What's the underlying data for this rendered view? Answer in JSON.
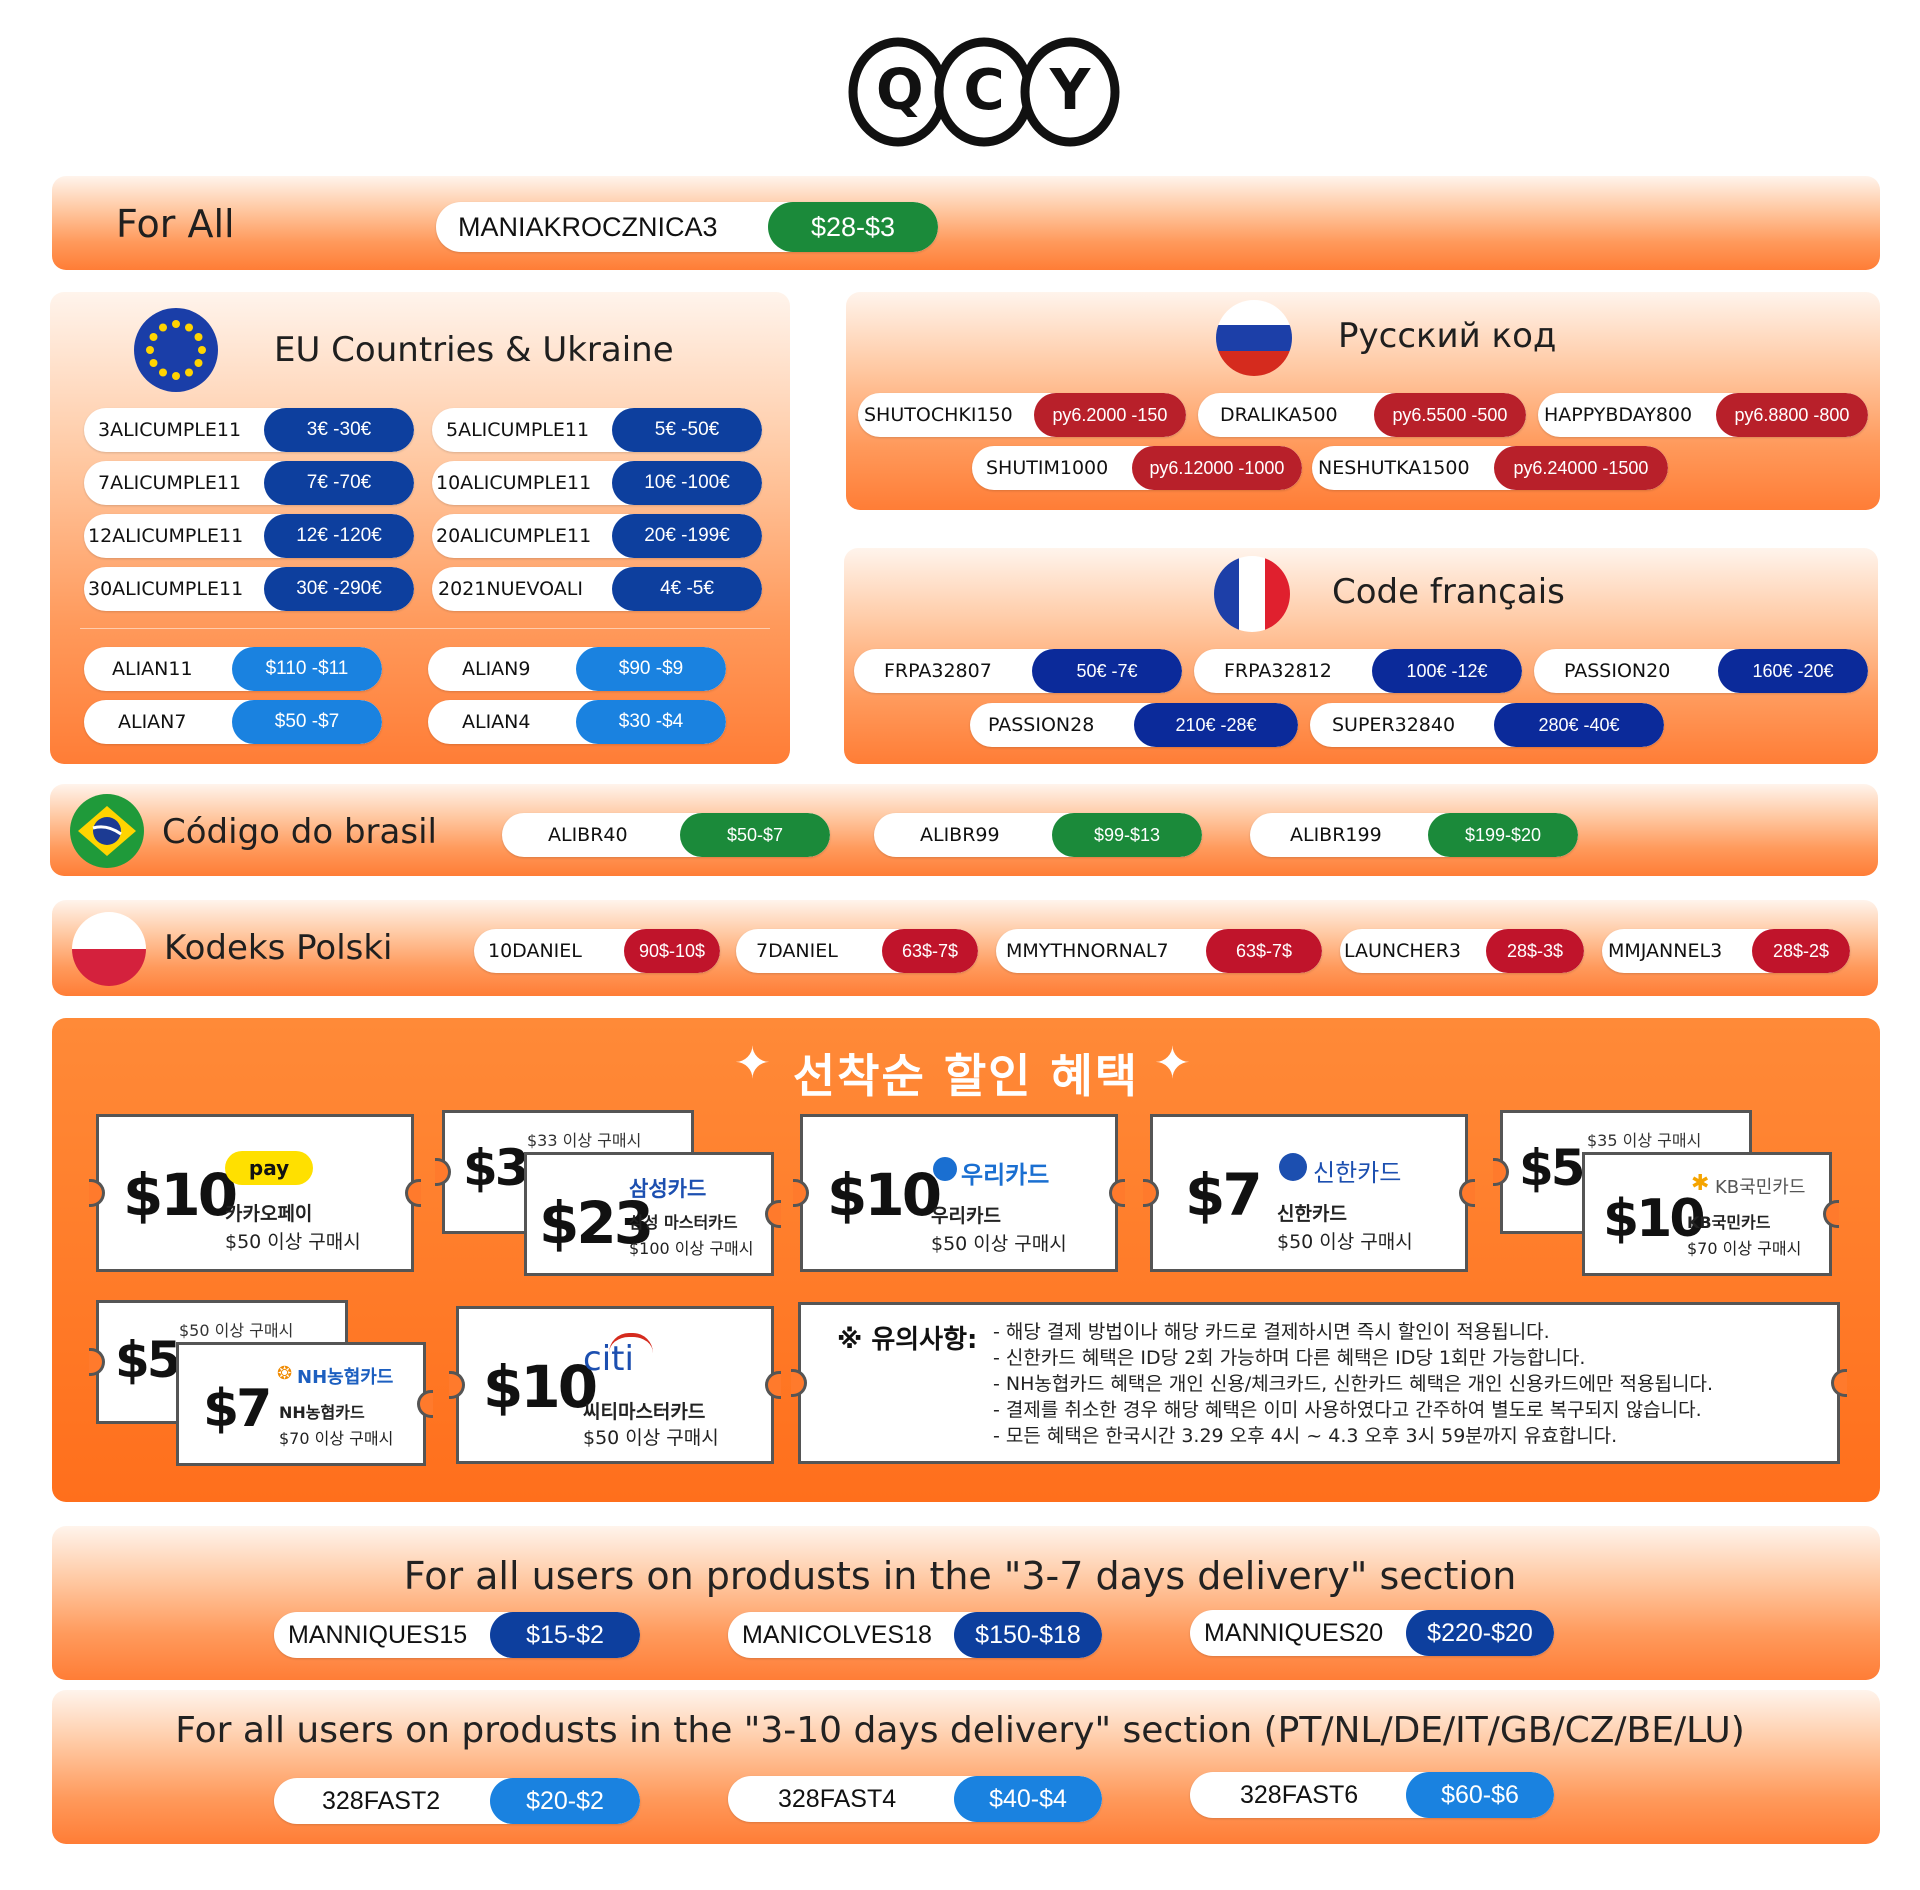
{
  "logo": {
    "letters": [
      "Q",
      "C",
      "Y"
    ]
  },
  "for_all": {
    "title": "For All",
    "code": "MANIAKROCZNICA3",
    "value": "$28-$3"
  },
  "eu": {
    "title": "EU Countries & Ukraine",
    "codes": [
      {
        "code": "3ALICUMPLE11",
        "value": "3€ -30€"
      },
      {
        "code": "5ALICUMPLE11",
        "value": "5€ -50€"
      },
      {
        "code": "7ALICUMPLE11",
        "value": "7€ -70€"
      },
      {
        "code": "10ALICUMPLE11",
        "value": "10€ -100€"
      },
      {
        "code": "12ALICUMPLE11",
        "value": "12€ -120€"
      },
      {
        "code": "20ALICUMPLE11",
        "value": "20€ -199€"
      },
      {
        "code": "30ALICUMPLE11",
        "value": "30€ -290€"
      },
      {
        "code": "2021NUEVOALI",
        "value": "4€ -5€"
      }
    ],
    "usd_codes": [
      {
        "code": "ALIAN11",
        "value": "$110 -$11"
      },
      {
        "code": "ALIAN9",
        "value": "$90 -$9"
      },
      {
        "code": "ALIAN7",
        "value": "$50 -$7"
      },
      {
        "code": "ALIAN4",
        "value": "$30 -$4"
      }
    ]
  },
  "russia": {
    "title": "Русский код",
    "codes": [
      {
        "code": "SHUTOCHKI150",
        "value": "ру6.2000 -150"
      },
      {
        "code": "DRALIKA500",
        "value": "ру6.5500 -500"
      },
      {
        "code": "HAPPYBDAY800",
        "value": "ру6.8800 -800"
      },
      {
        "code": "SHUTIM1000",
        "value": "ру6.12000 -1000"
      },
      {
        "code": "NESHUTKA1500",
        "value": "ру6.24000 -1500"
      }
    ]
  },
  "france": {
    "title": "Code français",
    "codes": [
      {
        "code": "FRPA32807",
        "value": "50€ -7€"
      },
      {
        "code": "FRPA32812",
        "value": "100€ -12€"
      },
      {
        "code": "PASSION20",
        "value": "160€ -20€"
      },
      {
        "code": "PASSION28",
        "value": "210€ -28€"
      },
      {
        "code": "SUPER32840",
        "value": "280€ -40€"
      }
    ]
  },
  "brazil": {
    "title": "Código do brasil",
    "codes": [
      {
        "code": "ALIBR40",
        "value": "$50-$7"
      },
      {
        "code": "ALIBR99",
        "value": "$99-$13"
      },
      {
        "code": "ALIBR199",
        "value": "$199-$20"
      }
    ]
  },
  "poland": {
    "title": "Kodeks Polski",
    "codes": [
      {
        "code": "10DANIEL",
        "value": "90$-10$"
      },
      {
        "code": "7DANIEL",
        "value": "63$-7$"
      },
      {
        "code": "MMYTHNORNAL7",
        "value": "63$-7$"
      },
      {
        "code": "LAUNCHER3",
        "value": "28$-3$"
      },
      {
        "code": "MMJANNEL3",
        "value": "28$-2$"
      }
    ]
  },
  "korea": {
    "title": "선착순 할인 혜택",
    "coupons": {
      "kakao": {
        "amount": "$10",
        "brand": "pay",
        "name": "카카오페이",
        "min": "$50 이상 구매시"
      },
      "samsung_back": {
        "amount": "$3",
        "min": "$33 이상 구매시"
      },
      "samsung_front": {
        "amount": "$23",
        "brand": "삼성카드",
        "name": "삼성 마스터카드",
        "min": "$100 이상 구매시"
      },
      "woori": {
        "amount": "$10",
        "brand": "우리카드",
        "name": "우리카드",
        "min": "$50 이상 구매시"
      },
      "shinhan": {
        "amount": "$7",
        "brand": "신한카드",
        "name": "신한카드",
        "min": "$50 이상 구매시"
      },
      "kb_back": {
        "amount": "$5",
        "min": "$35 이상 구매시"
      },
      "kb_front": {
        "amount": "$10",
        "brand": "KB국민카드",
        "name": "KB국민카드",
        "min": "$70 이상 구매시"
      },
      "nh_back": {
        "amount": "$5",
        "min": "$50 이상 구매시"
      },
      "nh_front": {
        "amount": "$7",
        "brand": "NH농협카드",
        "name": "NH농협카드",
        "min": "$70 이상 구매시"
      },
      "citi": {
        "amount": "$10",
        "brand": "citi",
        "name": "씨티마스터카드",
        "min": "$50 이상 구매시"
      }
    },
    "notice_title": "※ 유의사항:",
    "notices": [
      "- 해당 결제 방법이나 해당 카드로 결제하시면 즉시 할인이 적용됩니다.",
      "- 신한카드 혜택은 ID당 2회 가능하며 다른 혜택은 ID당 1회만 가능합니다.",
      "- NH농협카드 혜택은 개인 신용/체크카드, 신한카드 혜택은 개인 신용카드에만 적용됩니다.",
      "- 결제를 취소한 경우 해당 혜택은 이미 사용하였다고 간주하여 별도로 복구되지 않습니다.",
      "- 모든 혜택은 한국시간 3.29 오후 4시 ~ 4.3 오후 3시 59분까지 유효합니다."
    ]
  },
  "fast7": {
    "title": "For all users on produsts in the \"3-7 days delivery\" section",
    "codes": [
      {
        "code": "MANNIQUES15",
        "value": "$15-$2"
      },
      {
        "code": "MANICOLVES18",
        "value": "$150-$18"
      },
      {
        "code": "MANNIQUES20",
        "value": "$220-$20"
      }
    ]
  },
  "fast10": {
    "title": "For all users on produsts in the \"3-10 days delivery\" section (PT/NL/DE/IT/GB/CZ/BE/LU)",
    "codes": [
      {
        "code": "328FAST2",
        "value": "$20-$2"
      },
      {
        "code": "328FAST4",
        "value": "$40-$4"
      },
      {
        "code": "328FAST6",
        "value": "$60-$6"
      }
    ]
  },
  "colors": {
    "band_orange": "#ff7d36",
    "green": "#1b8a3a",
    "navy": "#0d3f9e",
    "blue": "#1a82e0",
    "red": "#c0142b"
  }
}
